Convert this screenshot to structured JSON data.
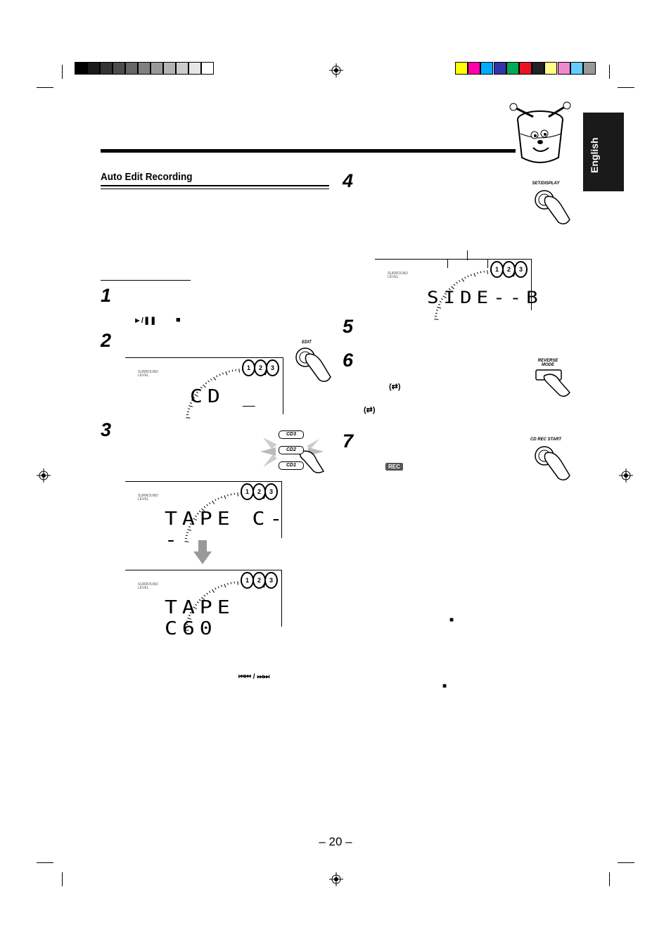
{
  "page": {
    "section_tab": "English",
    "subheading": "Auto Edit Recording",
    "page_number": "– 20 –"
  },
  "colors": {
    "gray_bar": [
      "#000000",
      "#1a1a1a",
      "#333333",
      "#4d4d4d",
      "#666666",
      "#808080",
      "#999999",
      "#b3b3b3",
      "#cccccc",
      "#e6e6e6",
      "#ffffff"
    ],
    "color_bar": [
      "#ffff00",
      "#ff00aa",
      "#00aaff",
      "#3333aa",
      "#00aa55",
      "#ee1122",
      "#222222",
      "#ffff88",
      "#ee88cc",
      "#66ccff",
      "#999999"
    ],
    "tab_bg": "#1a1a1a"
  },
  "steps": [
    {
      "num": "1"
    },
    {
      "num": "2"
    },
    {
      "num": "3"
    },
    {
      "num": "4"
    },
    {
      "num": "5"
    },
    {
      "num": "6"
    },
    {
      "num": "7"
    }
  ],
  "step1_symbols": {
    "play_pause": "►/❚❚",
    "stop": "■"
  },
  "buttons": {
    "edit": "EDIT",
    "set_display": "SET/DISPLAY",
    "reverse_mode": "REVERSE MODE",
    "cd_rec_start": "CD REC START",
    "cd3": "CD3",
    "cd2": "CD2",
    "cd1": "CD1"
  },
  "displays": {
    "d_step2": "CD  _",
    "d_step3a": "TAPE C--",
    "d_step3b": "TAPE C60",
    "d_step4": "SIDE--B",
    "disc_labels": [
      "1",
      "2",
      "3"
    ],
    "level_label": "SURROUND LEVEL"
  },
  "inline_symbols": {
    "reverse_icon": "(⇄)",
    "rec_badge": "REC",
    "skip": "⏮⏮ / ⏭⏭",
    "stop_a": "■",
    "stop_b": "■"
  }
}
